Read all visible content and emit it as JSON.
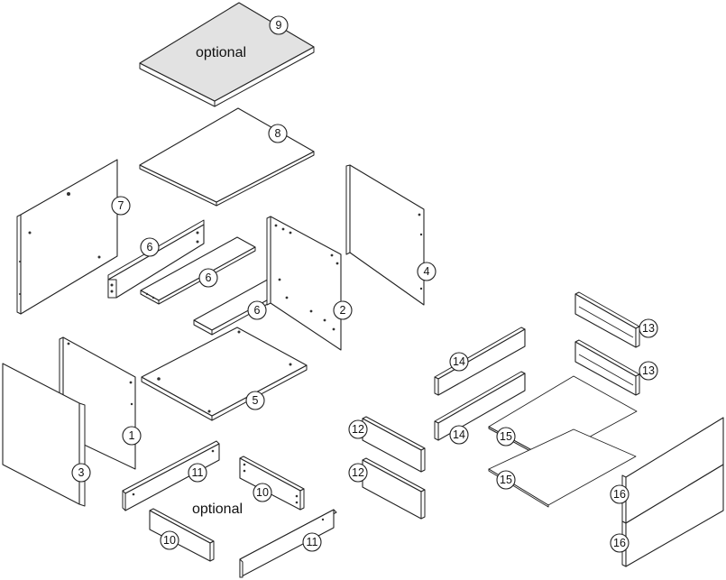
{
  "notes": {
    "top_optional": "optional",
    "base_optional": "optional"
  },
  "callouts": {
    "p1": "1",
    "p2": "2",
    "p3": "3",
    "p4": "4",
    "p5": "5",
    "p6a": "6",
    "p6b": "6",
    "p6c": "6",
    "p7": "7",
    "p8": "8",
    "p9": "9",
    "p10a": "10",
    "p10b": "10",
    "p11a": "11",
    "p11b": "11",
    "p12a": "12",
    "p12b": "12",
    "p13a": "13",
    "p13b": "13",
    "p14a": "14",
    "p14b": "14",
    "p15a": "15",
    "p15b": "15",
    "p16a": "16",
    "p16b": "16"
  }
}
